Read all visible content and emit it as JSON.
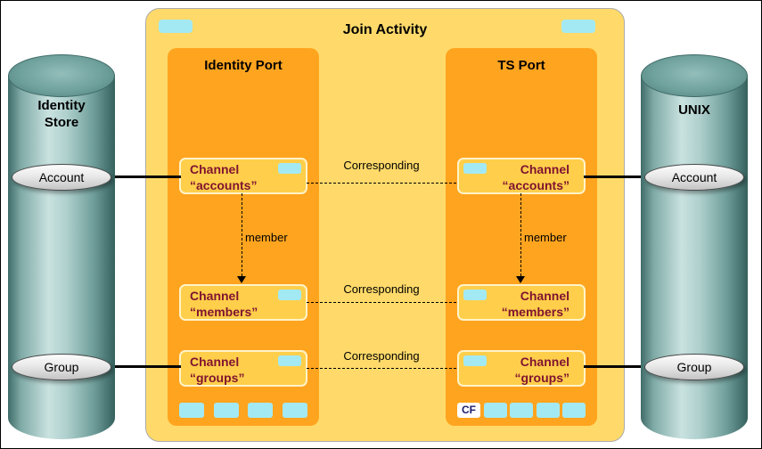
{
  "diagram": {
    "title": "Join Activity",
    "left_store": {
      "name_line1": "Identity",
      "name_line2": "Store",
      "account_label": "Account",
      "group_label": "Group"
    },
    "right_store": {
      "name_line1": "UNIX",
      "account_label": "Account",
      "group_label": "Group"
    },
    "identity_port": {
      "title": "Identity Port",
      "channels": [
        {
          "line1": "Channel",
          "line2": "“accounts”"
        },
        {
          "line1": "Channel",
          "line2": "“members”"
        },
        {
          "line1": "Channel",
          "line2": "“groups”"
        }
      ]
    },
    "ts_port": {
      "title": "TS Port",
      "cf_label": "CF",
      "channels": [
        {
          "line1": "Channel",
          "line2": "“accounts”"
        },
        {
          "line1": "Channel",
          "line2": "“members”"
        },
        {
          "line1": "Channel",
          "line2": "“groups”"
        }
      ]
    },
    "labels": {
      "corresponding": "Corresponding",
      "member": "member"
    },
    "colors": {
      "outer_box": "#FFDA6A",
      "port_box": "#FFA41F",
      "channel_box": "#FFCF4B",
      "cyan_tab": "#A3E9F4",
      "channel_text": "#7F1330",
      "cylinder_teal": "#6FA19D"
    }
  }
}
